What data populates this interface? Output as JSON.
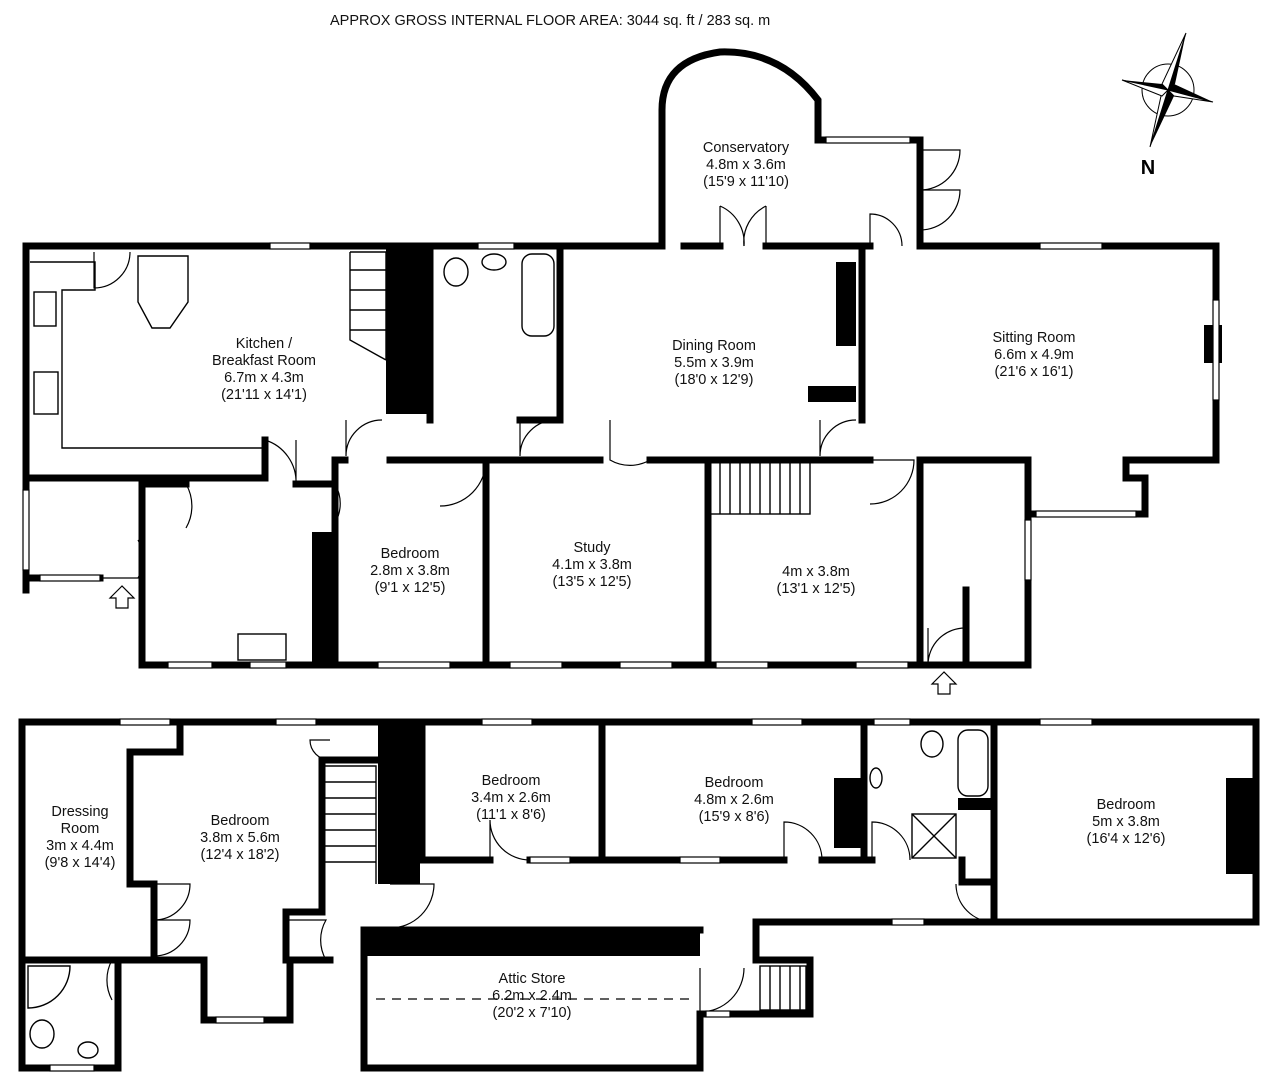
{
  "header": {
    "title": "APPROX GROSS INTERNAL FLOOR AREA:  3044 sq. ft / 283 sq. m"
  },
  "compass": {
    "label": "N"
  },
  "ground_floor": {
    "rooms": [
      {
        "name": "Conservatory",
        "metric": "4.8m x 3.6m",
        "imperial": "(15'9 x 11'10)"
      },
      {
        "name": "Kitchen /",
        "name2": "Breakfast Room",
        "metric": "6.7m x 4.3m",
        "imperial": "(21'11 x 14'1)"
      },
      {
        "name": "Dining Room",
        "metric": "5.5m x 3.9m",
        "imperial": "(18'0 x 12'9)"
      },
      {
        "name": "Sitting Room",
        "metric": "6.6m x 4.9m",
        "imperial": "(21'6 x 16'1)"
      },
      {
        "name": "Bedroom",
        "metric": "2.8m x 3.8m",
        "imperial": "(9'1 x 12'5)"
      },
      {
        "name": "Study",
        "metric": "4.1m x 3.8m",
        "imperial": "(13'5 x 12'5)"
      },
      {
        "name": "",
        "metric": "4m x 3.8m",
        "imperial": "(13'1 x 12'5)"
      }
    ]
  },
  "first_floor": {
    "rooms": [
      {
        "name": "Dressing",
        "name2": "Room",
        "metric": "3m x 4.4m",
        "imperial": "(9'8 x 14'4)"
      },
      {
        "name": "Bedroom",
        "metric": "3.8m x 5.6m",
        "imperial": "(12'4 x 18'2)"
      },
      {
        "name": "Bedroom",
        "metric": "3.4m x 2.6m",
        "imperial": "(11'1 x 8'6)"
      },
      {
        "name": "Bedroom",
        "metric": "4.8m x 2.6m",
        "imperial": "(15'9 x 8'6)"
      },
      {
        "name": "Bedroom",
        "metric": "5m x 3.8m",
        "imperial": "(16'4 x 12'6)"
      },
      {
        "name": "Attic Store",
        "metric": "6.2m x 2.4m",
        "imperial": "(20'2 x 7'10)"
      }
    ]
  }
}
